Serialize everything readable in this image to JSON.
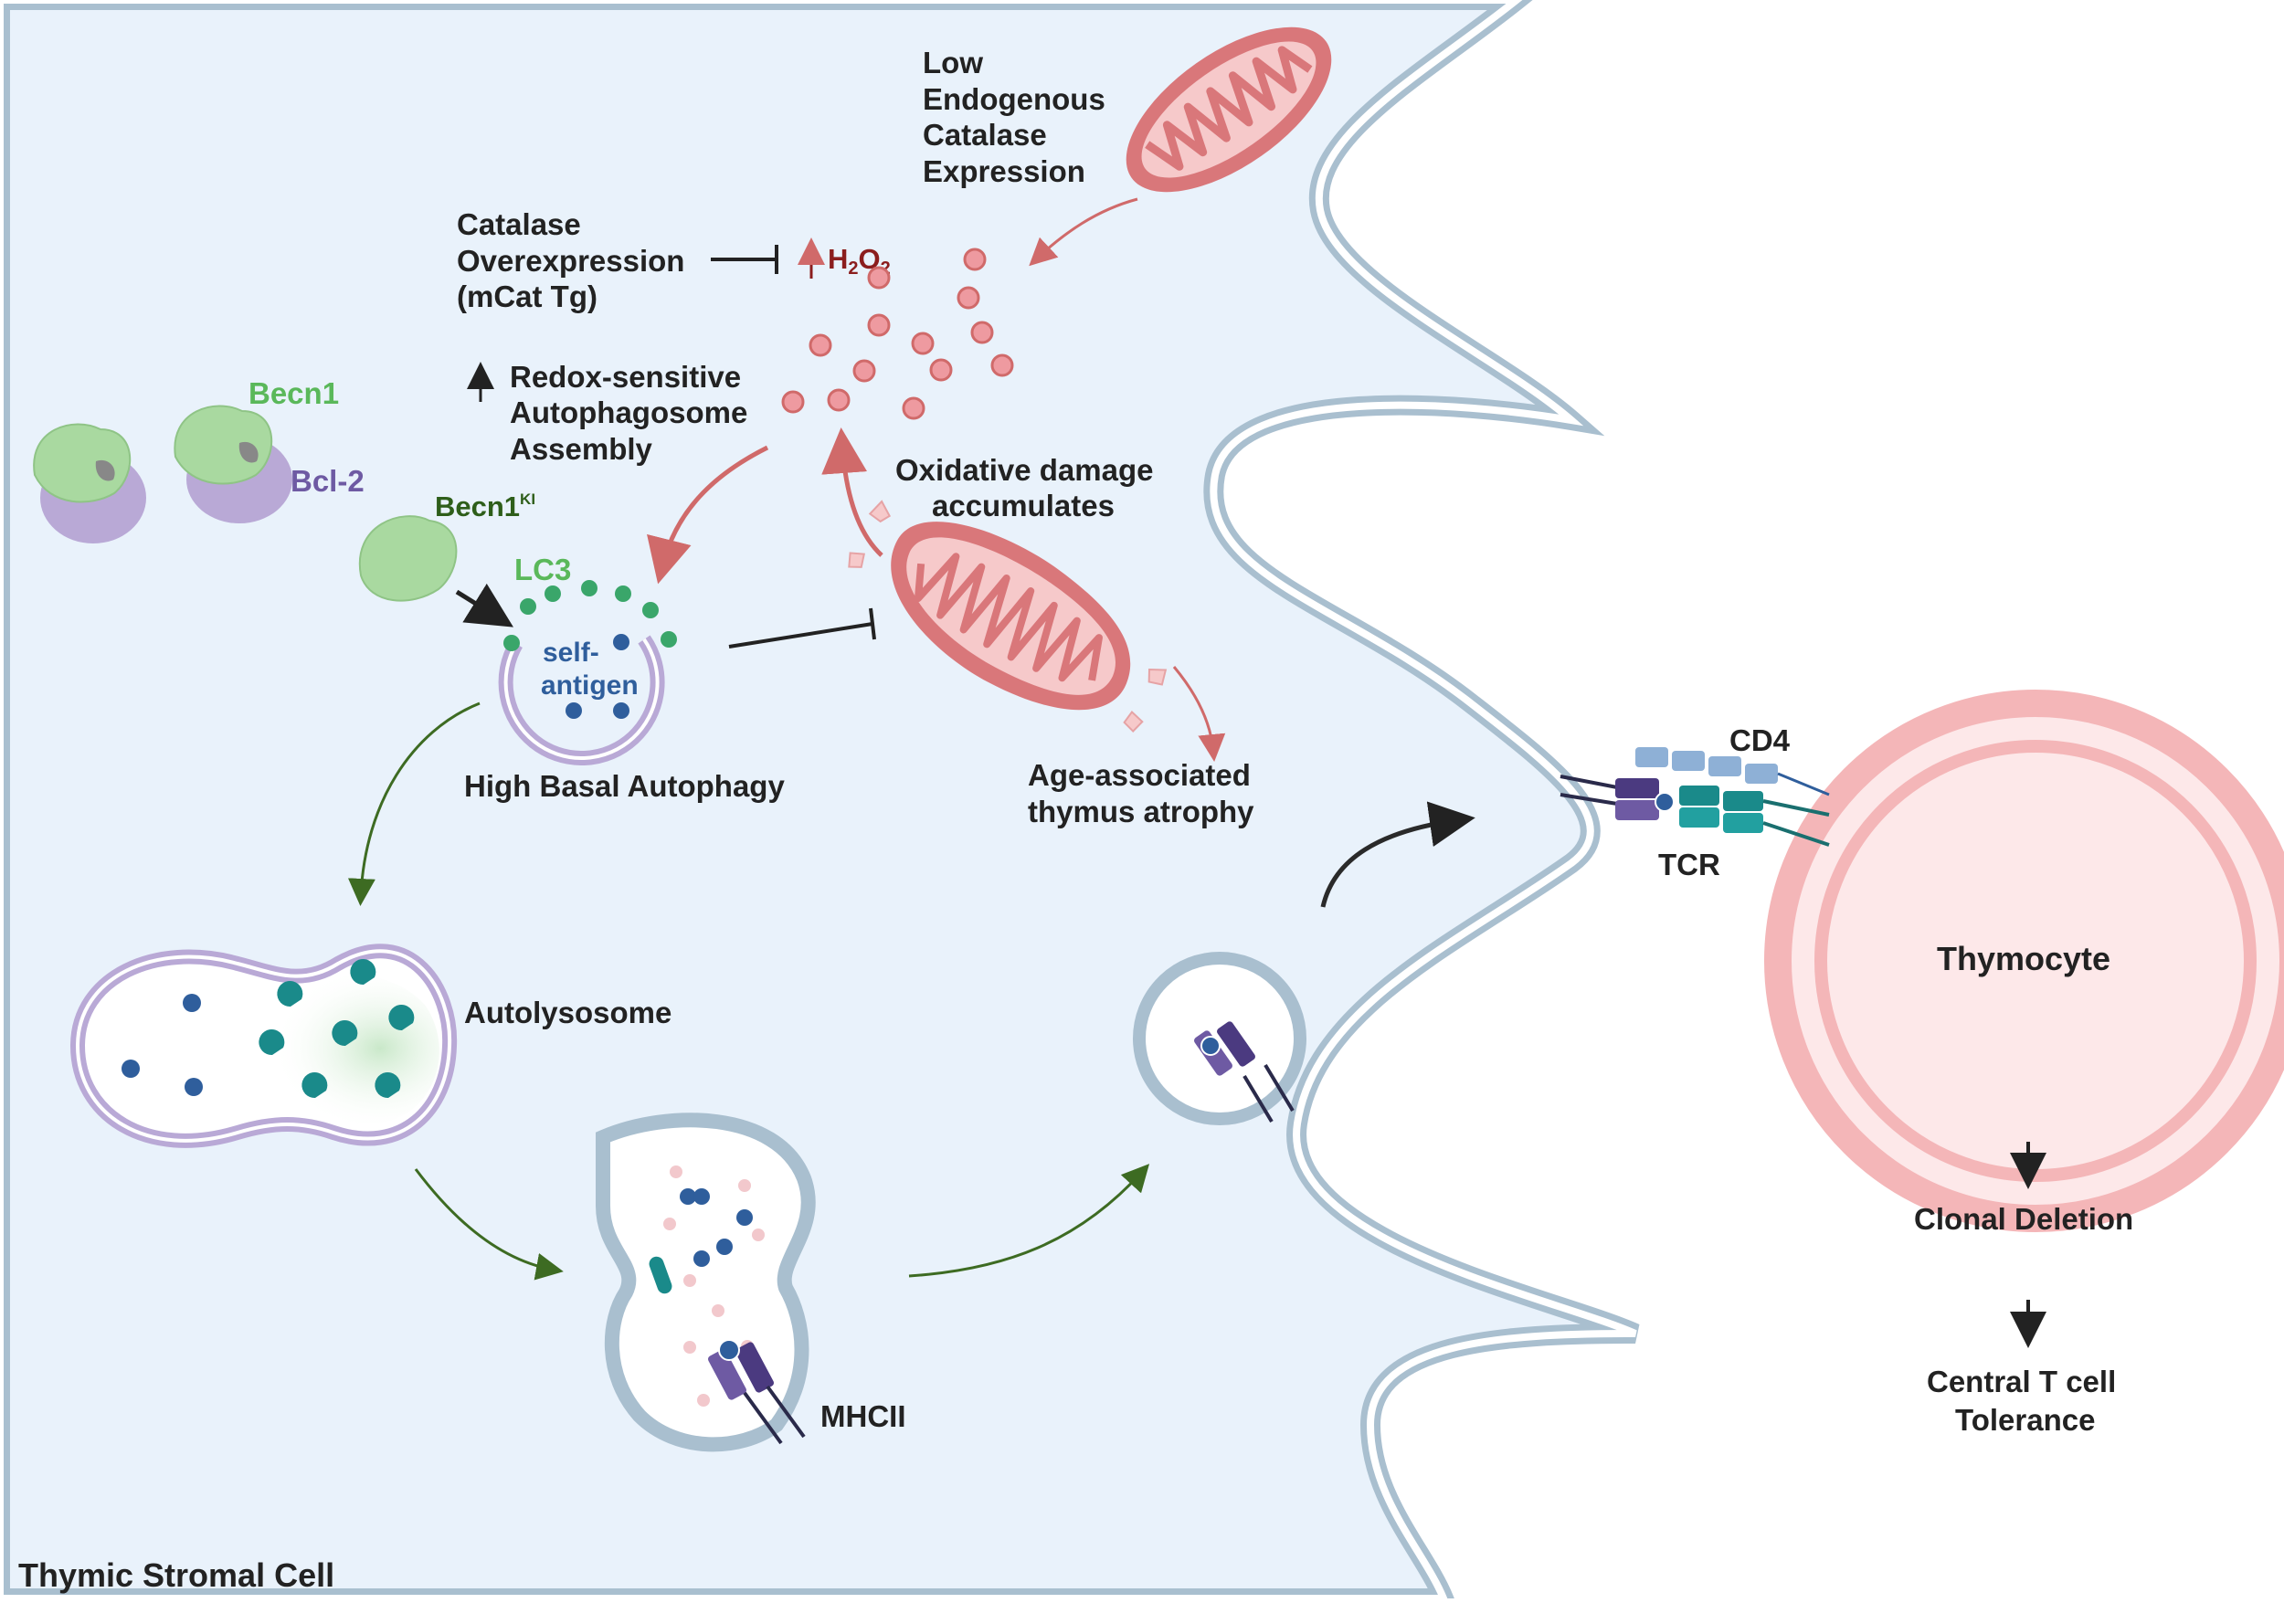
{
  "labels": {
    "low_catalase": [
      "Low",
      "Endogenous",
      "Catalase",
      "Expression"
    ],
    "catalase_over": [
      "Catalase",
      "Overexpression",
      "(mCat Tg)"
    ],
    "h2o2_main": "H",
    "h2o2_sub1": "2",
    "h2o2_o": "O",
    "h2o2_sub2": "2",
    "redox": [
      "Redox-sensitive",
      "Autophagosome",
      "Assembly"
    ],
    "becn1": "Becn1",
    "bcl2": "Bcl-2",
    "becn1ki_main": "Becn1",
    "becn1ki_sup": "KI",
    "lc3": "LC3",
    "self_antigen": [
      "self-",
      "antigen"
    ],
    "high_basal": "High Basal Autophagy",
    "oxidative": [
      "Oxidative damage",
      "accumulates"
    ],
    "age_atrophy": [
      "Age-associated",
      "thymus atrophy"
    ],
    "autolysosome": "Autolysosome",
    "mhcii": "MHCII",
    "cd4": "CD4",
    "tcr": "TCR",
    "thymocyte": "Thymocyte",
    "clonal_deletion": "Clonal Deletion",
    "tolerance": [
      "Central T cell",
      "Tolerance"
    ],
    "stromal_cell": "Thymic Stromal Cell"
  },
  "colors": {
    "cell_fill": "#e9f2fb",
    "membrane": "#a9bfcf",
    "mito": "#d9777a",
    "h2o2": "#8b1d1d",
    "green_label": "#5ab85a",
    "dark_green": "#2e5e1a",
    "purple": "#6e5aa3",
    "blue": "#2f5e9c",
    "teal": "#1a8a8a",
    "thymocyte": "#f4b6b8"
  }
}
